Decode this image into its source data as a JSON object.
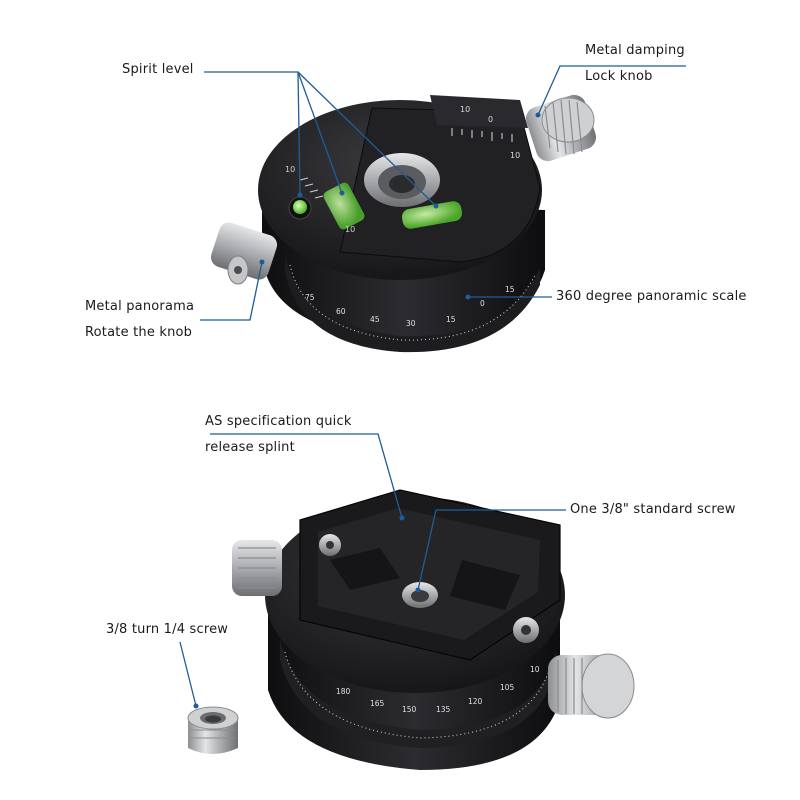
{
  "callouts": {
    "spirit_level": "Spirit level",
    "damping_line1": "Metal damping",
    "damping_line2": "Lock knob",
    "rotate_line1": "Metal panorama",
    "rotate_line2": "Rotate the knob",
    "pano_scale": "360 degree panoramic scale",
    "splint_line1": "AS specification quick",
    "splint_line2": "release splint",
    "std_screw": "One 3/8\" standard screw",
    "adapter_screw": "3/8 turn 1/4 screw"
  },
  "product_markings": {
    "top_scale": [
      "10",
      "0",
      "10"
    ],
    "level_scale": [
      "10",
      "10"
    ],
    "pano_scale_top": [
      "75",
      "60",
      "45",
      "30",
      "15",
      "0",
      "15"
    ],
    "pano_scale_bottom": [
      "180",
      "165",
      "150",
      "135",
      "120",
      "105",
      "10"
    ]
  },
  "colors": {
    "leader_line": "#1f5c99",
    "body": "#1b1b1d",
    "metal": "#bfc0c2",
    "bubble": "#7ed957"
  }
}
